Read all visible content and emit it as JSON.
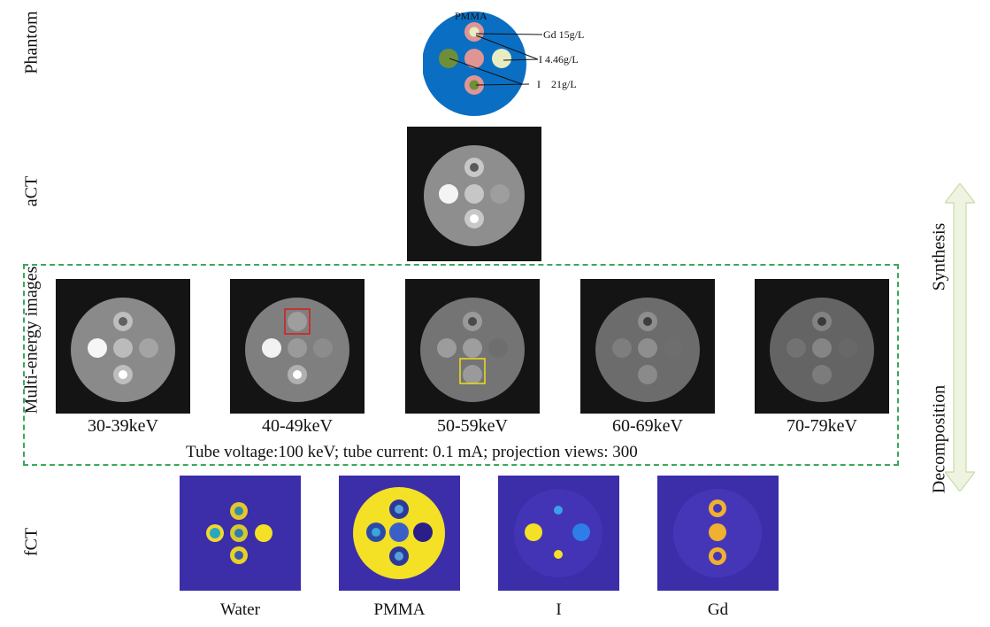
{
  "row_labels": {
    "phantom": "Phantom",
    "act": "aCT",
    "multi_energy": "Multi-energy images",
    "fct": "fCT"
  },
  "phantom": {
    "material_label": "PMMA",
    "inserts": [
      {
        "label": "Gd 15g/L"
      },
      {
        "label": "I 4.46g/L"
      },
      {
        "label": "I    21g/L"
      }
    ]
  },
  "energy_bins": [
    "30-39keV",
    "40-49keV",
    "50-59keV",
    "60-69keV",
    "70-79keV"
  ],
  "caption": "Tube voltage:100 keV; tube current: 0.1 mA; projection views: 300",
  "fct_maps": [
    "Water",
    "PMMA",
    "I",
    "Gd"
  ],
  "side_labels": {
    "synthesis": "Synthesis",
    "decomposition": "Decomposition"
  },
  "colors": {
    "phantom_disk": "#0a6fc2",
    "dashed_box": "#3aa85a",
    "roi_red": "#d42020",
    "roi_yellow": "#e6d81e",
    "arrow_fill": "#eef4e0",
    "arrow_stroke": "#c8dcaa",
    "fct_background": "#3b2ea8",
    "fct_yellow": "#f4e025"
  }
}
